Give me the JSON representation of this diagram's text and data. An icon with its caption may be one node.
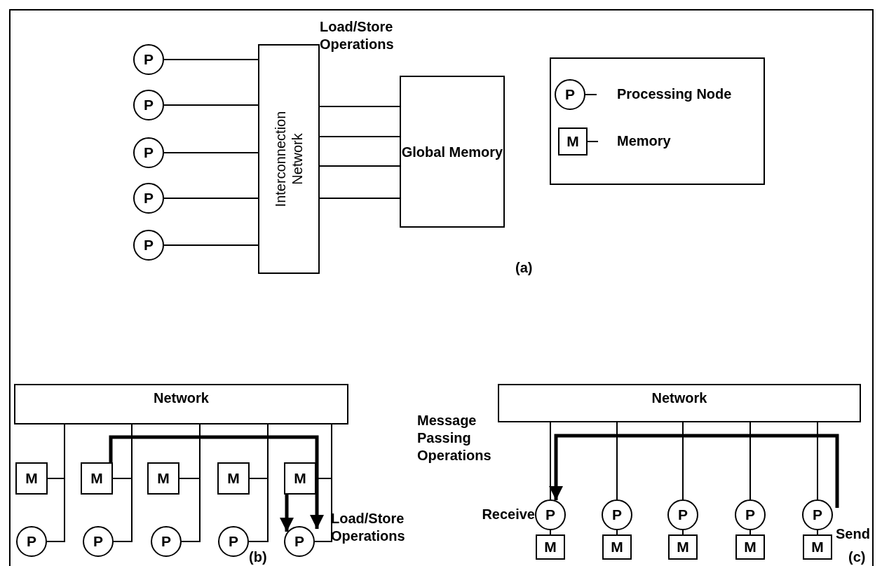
{
  "diagram": {
    "nodes": [
      {
        "text": [
          "P"
        ]
      },
      {
        "text": [
          "P"
        ]
      },
      {
        "text": [
          "P"
        ]
      },
      {
        "text": [
          "P"
        ]
      },
      {
        "text": [
          "P"
        ]
      },
      {
        "text": [
          "Interconnection Network"
        ]
      },
      {
        "text": [
          "Global Memory"
        ]
      },
      {
        "text": [
          "Network"
        ]
      },
      {
        "text": [
          "M"
        ]
      },
      {
        "text": [
          "M"
        ]
      },
      {
        "text": [
          "M"
        ]
      },
      {
        "text": [
          "M"
        ]
      },
      {
        "text": [
          "M"
        ]
      },
      {
        "text": [
          "P"
        ]
      },
      {
        "text": [
          "P"
        ]
      },
      {
        "text": [
          "P"
        ]
      },
      {
        "text": [
          "P"
        ]
      },
      {
        "text": [
          "P"
        ]
      },
      {
        "text": [
          "Network"
        ]
      },
      {
        "text": [
          "P"
        ],
        "beside": [
          "Receive"
        ]
      },
      {
        "text": [
          "P"
        ]
      },
      {
        "text": [
          "P"
        ]
      },
      {
        "text": [
          "P"
        ]
      },
      {
        "text": [
          "P"
        ],
        "beside": [
          "Send"
        ]
      },
      {
        "text": [
          "M"
        ]
      },
      {
        "text": [
          "M"
        ]
      },
      {
        "text": [
          "M"
        ]
      },
      {
        "text": [
          "M"
        ]
      },
      {
        "text": [
          "M"
        ]
      }
    ],
    "edges": [
      {
        "from": 0,
        "to": 5,
        "arrow": "none"
      },
      {
        "from": 1,
        "to": 5,
        "arrow": "none"
      },
      {
        "from": 2,
        "to": 5,
        "arrow": "none"
      },
      {
        "from": 3,
        "to": 5,
        "arrow": "none"
      },
      {
        "from": 4,
        "to": 5,
        "arrow": "none"
      },
      {
        "from": 5,
        "to": 6,
        "arrow": "none"
      },
      {
        "from": 5,
        "to": 6,
        "arrow": "none"
      },
      {
        "from": 5,
        "to": 6,
        "arrow": "none"
      },
      {
        "from": 5,
        "to": 6,
        "arrow": "none"
      },
      {
        "from": 8,
        "to": 7,
        "arrow": "none"
      },
      {
        "from": 9,
        "to": 7,
        "arrow": "none"
      },
      {
        "from": 10,
        "to": 7,
        "arrow": "none"
      },
      {
        "from": 11,
        "to": 7,
        "arrow": "none"
      },
      {
        "from": 12,
        "to": 7,
        "arrow": "none"
      },
      {
        "from": 13,
        "to": 7,
        "arrow": "none"
      },
      {
        "from": 14,
        "to": 7,
        "arrow": "none"
      },
      {
        "from": 15,
        "to": 7,
        "arrow": "none"
      },
      {
        "from": 16,
        "to": 7,
        "arrow": "none"
      },
      {
        "from": 17,
        "to": 7,
        "arrow": "none"
      },
      {
        "from": 9,
        "to": 17,
        "arrow": "to",
        "style": "thick"
      },
      {
        "from": 12,
        "to": 17,
        "arrow": "to",
        "style": "thick"
      },
      {
        "from": 19,
        "to": 18,
        "arrow": "none"
      },
      {
        "from": 20,
        "to": 18,
        "arrow": "none"
      },
      {
        "from": 21,
        "to": 18,
        "arrow": "none"
      },
      {
        "from": 22,
        "to": 18,
        "arrow": "none"
      },
      {
        "from": 23,
        "to": 18,
        "arrow": "none"
      },
      {
        "from": 19,
        "to": 24,
        "arrow": "none"
      },
      {
        "from": 20,
        "to": 25,
        "arrow": "none"
      },
      {
        "from": 21,
        "to": 26,
        "arrow": "none"
      },
      {
        "from": 22,
        "to": 27,
        "arrow": "none"
      },
      {
        "from": 23,
        "to": 28,
        "arrow": "none"
      },
      {
        "from": 23,
        "to": 19,
        "arrow": "to",
        "style": "thick"
      }
    ],
    "labels": [
      "Load/Store Operations",
      "P",
      "M",
      "(a)",
      "Load/Store Operations",
      "(b)",
      "Message Passing Operations",
      "(c)"
    ],
    "legend": [
      {
        "text": "Processing Node"
      },
      {
        "text": "Memory"
      }
    ]
  }
}
